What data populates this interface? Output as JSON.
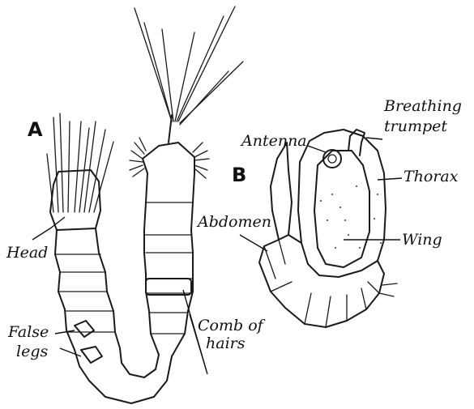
{
  "panels": {
    "a": "A",
    "b": "B"
  },
  "labels": {
    "head": "Head",
    "false_legs_1": "False",
    "false_legs_2": "legs",
    "comb_1": "Comb of",
    "comb_2": "hairs",
    "antenna": "Antenna",
    "breathing_1": "Breathing",
    "breathing_2": "trumpet",
    "thorax": "Thorax",
    "abdomen": "Abdomen",
    "wing": "Wing"
  }
}
